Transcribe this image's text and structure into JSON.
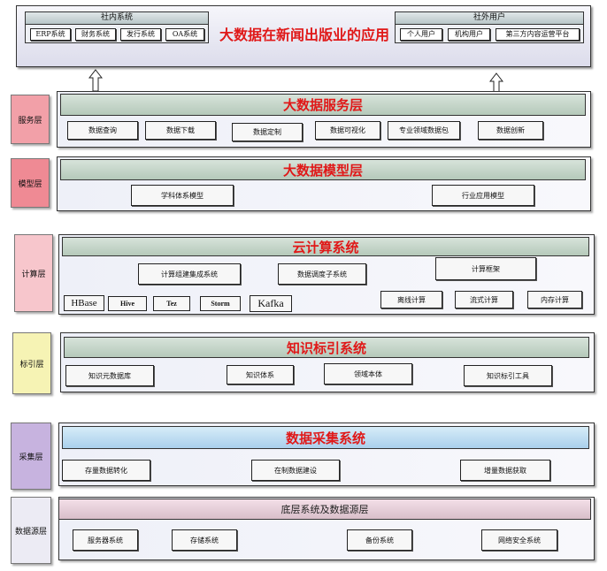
{
  "top": {
    "title": "大数据在新闻出版业的应用",
    "internal": {
      "title": "社内系统",
      "items": [
        "ERP系统",
        "财务系统",
        "发行系统",
        "OA系统"
      ]
    },
    "external": {
      "title": "社外用户",
      "items": [
        "个人用户",
        "机构用户",
        "第三方内容运营平台"
      ]
    }
  },
  "layers": {
    "service": {
      "label": "服务层",
      "title": "大数据服务层",
      "items": [
        "数据查询",
        "数据下载",
        "数据定制",
        "数据可视化",
        "专业领域数据包",
        "数据创新"
      ]
    },
    "model": {
      "label": "模型层",
      "title": "大数据模型层",
      "items": [
        "学科体系模型",
        "行业应用模型"
      ]
    },
    "compute": {
      "label": "计算层",
      "title": "云计算系统",
      "items": [
        "计算组建集成系统",
        "数据调度子系统",
        "计算框架"
      ],
      "tech": [
        "HBase",
        "Hive",
        "Tez",
        "Storm",
        "Kafka"
      ],
      "modes": [
        "离线计算",
        "流式计算",
        "内存计算"
      ]
    },
    "index": {
      "label": "标引层",
      "title": "知识标引系统",
      "items": [
        "知识元数据库",
        "知识体系",
        "领域本体",
        "知识标引工具"
      ]
    },
    "collect": {
      "label": "采集层",
      "title": "数据采集系统",
      "items": [
        "存量数据转化",
        "在制数据建设",
        "增量数据获取"
      ]
    },
    "source": {
      "label": "数据源层",
      "title": "底层系统及数据源层",
      "items": [
        "服务器系统",
        "存储系统",
        "备份系统",
        "网络安全系统"
      ]
    }
  },
  "colors": {
    "title_red": "#e01818",
    "service_label": "#f2a0a8",
    "model_label": "#ef8a94",
    "compute_label": "#f7c6cc",
    "index_label": "#f6f3b4",
    "collect_label": "#c7b3df",
    "source_label": "#ecebf4"
  }
}
